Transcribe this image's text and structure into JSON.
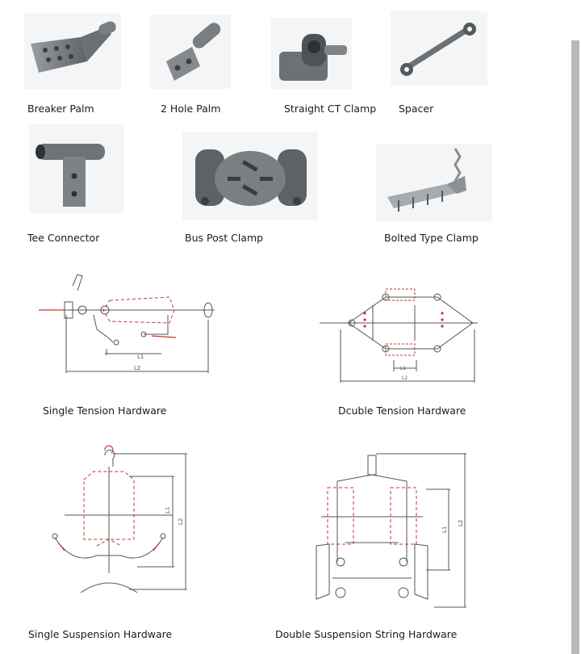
{
  "products": [
    {
      "id": "breaker-palm",
      "label": "Breaker Palm"
    },
    {
      "id": "two-hole-palm",
      "label": "2 Hole Palm"
    },
    {
      "id": "straight-ct-clamp",
      "label": "Straight CT Clamp"
    },
    {
      "id": "spacer",
      "label": "Spacer"
    },
    {
      "id": "tee-connector",
      "label": "Tee Connector"
    },
    {
      "id": "bus-post-clamp",
      "label": "Bus Post Clamp"
    },
    {
      "id": "bolted-type-clamp",
      "label": "Bolted Type Clamp"
    }
  ],
  "hardware": [
    {
      "id": "single-tension",
      "label": "Single Tension Hardware",
      "dims": [
        "L1",
        "L2"
      ]
    },
    {
      "id": "double-tension",
      "label": "Dcuble Tension Hardware",
      "dims": [
        "L1",
        "L2"
      ]
    },
    {
      "id": "single-suspension",
      "label": "Single Suspension Hardware",
      "dims": [
        "L1",
        "L2"
      ]
    },
    {
      "id": "double-suspension",
      "label": "Double Suspension String Hardware",
      "dims": [
        "L1",
        "L2"
      ]
    }
  ],
  "colors": {
    "metal": "#7d8184",
    "metal_dark": "#55595c",
    "line": "#555555",
    "dash": "#c0392b"
  }
}
